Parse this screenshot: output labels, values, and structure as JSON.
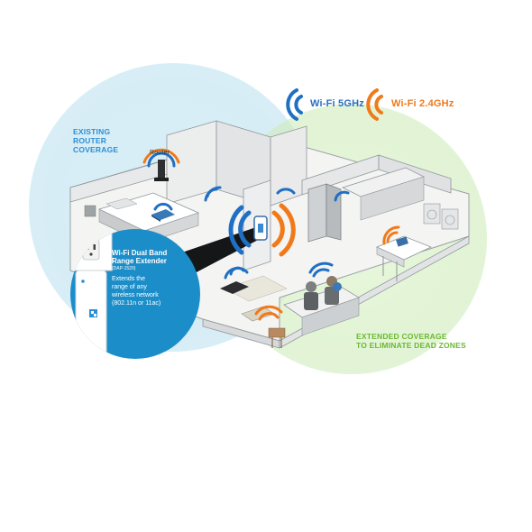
{
  "legend": {
    "wifi_5ghz": "Wi-Fi 5GHz",
    "wifi_24ghz": "Wi-Fi 2.4GHz"
  },
  "labels": {
    "existing_coverage": [
      "EXISTING",
      "ROUTER",
      "COVERAGE"
    ],
    "extended_coverage": [
      "EXTENDED COVERAGE",
      "TO ELIMINATE DEAD ZONES"
    ],
    "router": "Router"
  },
  "callout": {
    "title": [
      "Wi-Fi Dual Band",
      "Range Extender"
    ],
    "model": "(DAP-1520)",
    "description": [
      "Extends the",
      "range of any",
      "wireless network",
      "(802.11n or 11ac)"
    ]
  },
  "colors": {
    "wifi_5ghz": "#1f6fc4",
    "wifi_24ghz": "#f07a1a",
    "router_coverage": "#bfe3f2",
    "extended_coverage": "#d3efc0",
    "callout_bg": "#1b8ec9"
  },
  "icons": [
    "wifi-5ghz-icon",
    "wifi-24ghz-icon",
    "router-icon",
    "range-extender-icon",
    "power-outlet-icon"
  ]
}
